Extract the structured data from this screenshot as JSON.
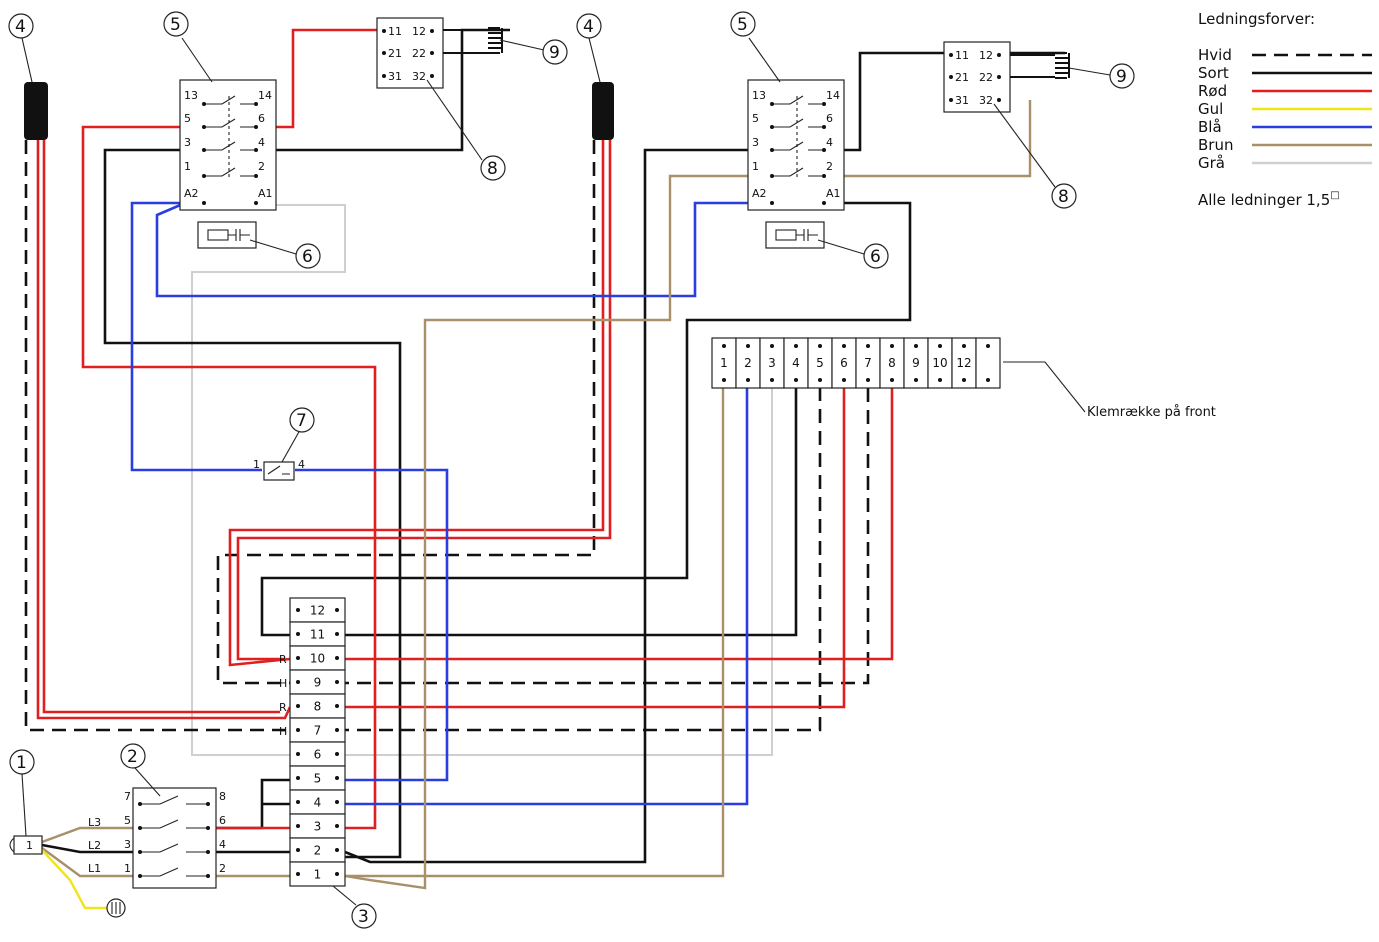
{
  "legend": {
    "title": "Ledningsforver:",
    "items": [
      {
        "label": "Hvid",
        "color": "#111111",
        "dash": true
      },
      {
        "label": "Sort",
        "color": "#111111",
        "dash": false
      },
      {
        "label": "Rød",
        "color": "#e02020",
        "dash": false
      },
      {
        "label": "Gul",
        "color": "#f2e41a",
        "dash": false
      },
      {
        "label": "Blå",
        "color": "#2a3ee0",
        "dash": false
      },
      {
        "label": "Brun",
        "color": "#a8906a",
        "dash": false
      },
      {
        "label": "Grå",
        "color": "#cfcfcf",
        "dash": false
      }
    ],
    "note": "Alle ledninger 1,5",
    "note_sup": "□"
  },
  "callouts": {
    "c1": "1",
    "c2": "2",
    "c3": "3",
    "c4a": "4",
    "c4b": "4",
    "c5a": "5",
    "c5b": "5",
    "c6a": "6",
    "c6b": "6",
    "c7": "7",
    "c8a": "8",
    "c8b": "8",
    "c9a": "9",
    "c9b": "9"
  },
  "front_terminal": {
    "label": "Klemrække på front",
    "numbers": [
      "1",
      "2",
      "3",
      "4",
      "5",
      "6",
      "7",
      "8",
      "9",
      "10",
      "12",
      ""
    ]
  },
  "main_terminal": {
    "numbers": [
      "12",
      "11",
      "10",
      "9",
      "8",
      "7",
      "6",
      "5",
      "4",
      "3",
      "2",
      "1"
    ],
    "side_marks": {
      "r10": "R",
      "h9": "H",
      "r8": "R",
      "h7": "H"
    }
  },
  "contactor": {
    "left_pins": [
      "13",
      "5",
      "3",
      "1",
      "A2"
    ],
    "right_pins": [
      "14",
      "6",
      "4",
      "2",
      "A1"
    ]
  },
  "relay": {
    "left_pins": [
      "11",
      "21",
      "31"
    ],
    "right_pins": [
      "12",
      "22",
      "32"
    ]
  },
  "main_switch": {
    "left_pins": [
      "7",
      "5",
      "3",
      "1"
    ],
    "right_pins": [
      "8",
      "6",
      "4",
      "2"
    ]
  },
  "supply": {
    "lines": [
      "L3",
      "L2",
      "L1"
    ],
    "plug_label": "1"
  },
  "switch7": {
    "left": "1",
    "right": "4"
  }
}
